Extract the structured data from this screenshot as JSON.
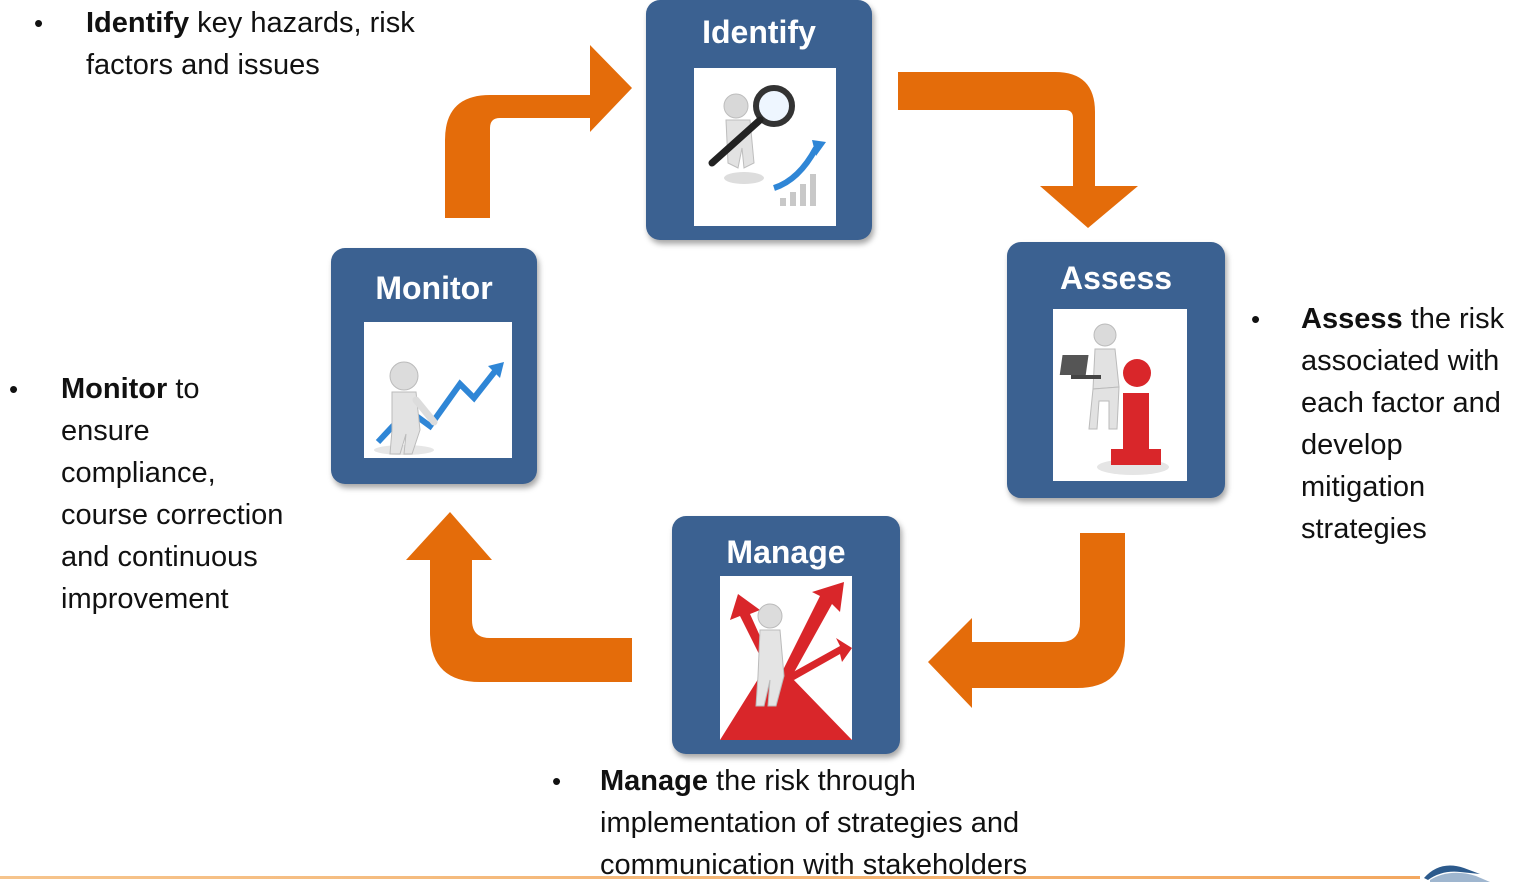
{
  "colors": {
    "box_blue": "#3b6191",
    "arrow_orange": "#e46c0a",
    "illustration_red": "#d9262a",
    "illustration_blue": "#2f86d6"
  },
  "boxes": {
    "identify": {
      "title": "Identify",
      "icon": "magnifier-figure-growth-icon"
    },
    "assess": {
      "title": "Assess",
      "icon": "figure-laptop-info-icon"
    },
    "manage": {
      "title": "Manage",
      "icon": "figure-red-arrows-icon"
    },
    "monitor": {
      "title": "Monitor",
      "icon": "figure-trend-line-icon"
    }
  },
  "notes": {
    "identify": {
      "bullet": "•",
      "bold": "Identify",
      "lines": [
        " key hazards, risk",
        "factors and issues"
      ]
    },
    "assess": {
      "bullet": "•",
      "bold": "Assess",
      "lines": [
        " the risk",
        "associated with",
        "each factor and",
        "develop",
        "mitigation",
        "strategies"
      ]
    },
    "manage": {
      "bullet": "•",
      "bold": "Manage",
      "lines": [
        " the risk through",
        "implementation of strategies and",
        "communication with stakeholders"
      ]
    },
    "monitor": {
      "bullet": "•",
      "bold": "Monitor",
      "lines": [
        " to",
        "ensure",
        "compliance,",
        "course correction",
        "and continuous",
        "improvement"
      ]
    }
  }
}
